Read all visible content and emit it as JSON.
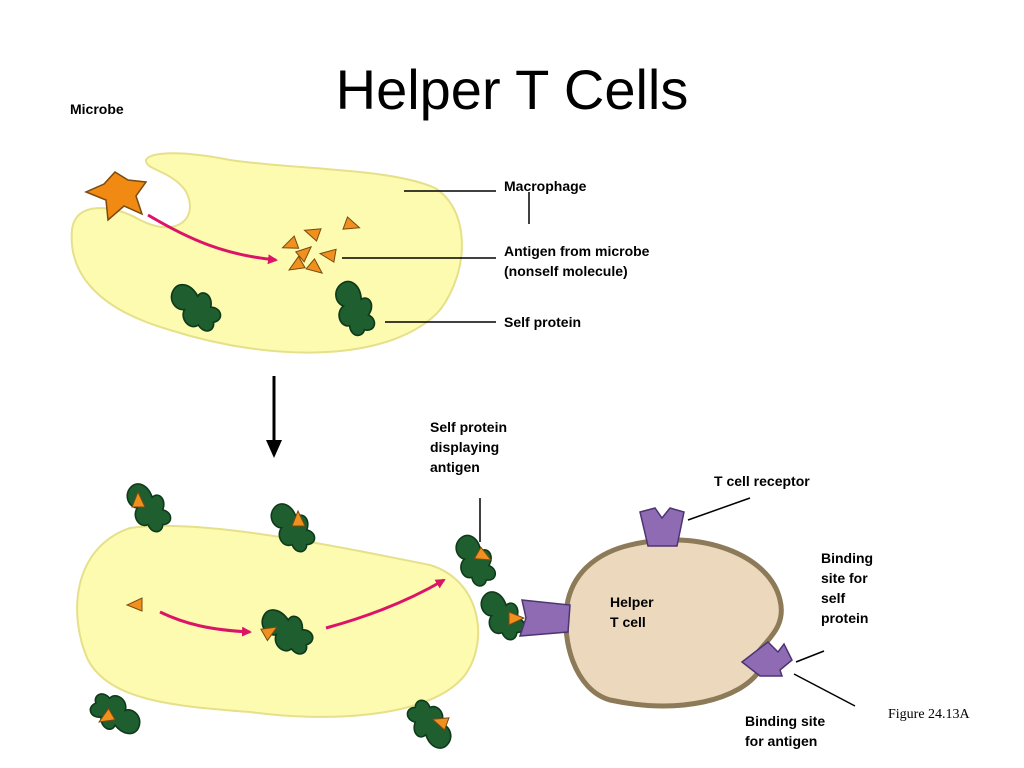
{
  "title": "Helper T Cells",
  "labels": {
    "microbe": "Microbe",
    "macrophage": "Macrophage",
    "antigen": [
      "Antigen from microbe",
      "(nonself molecule)"
    ],
    "self_protein": "Self protein",
    "self_protein_displaying": [
      "Self protein",
      "displaying",
      "antigen"
    ],
    "t_cell_receptor": "T cell receptor",
    "binding_self": [
      "Binding",
      "site for",
      "self",
      "protein"
    ],
    "helper_t_cell": [
      "Helper",
      "T cell"
    ],
    "binding_antigen": [
      "Binding site",
      "for antigen"
    ],
    "figure": "Figure 24.13A"
  },
  "colors": {
    "macrophage_fill": "#fcfbb0",
    "macrophage_stroke": "#e6e08a",
    "protein_green": "#1e5e2f",
    "antigen_orange": "#f0901e",
    "arrow_magenta": "#dc1468",
    "microbe_orange": "#f08a12",
    "tcell_fill": "#ecd9bd",
    "tcell_stroke": "#8c7a58",
    "receptor_purple": "#8f6bb3"
  },
  "icons": [
    "microbe-star-icon",
    "antigen-triangle-icon",
    "self-protein-icon",
    "t-cell-receptor-icon"
  ]
}
